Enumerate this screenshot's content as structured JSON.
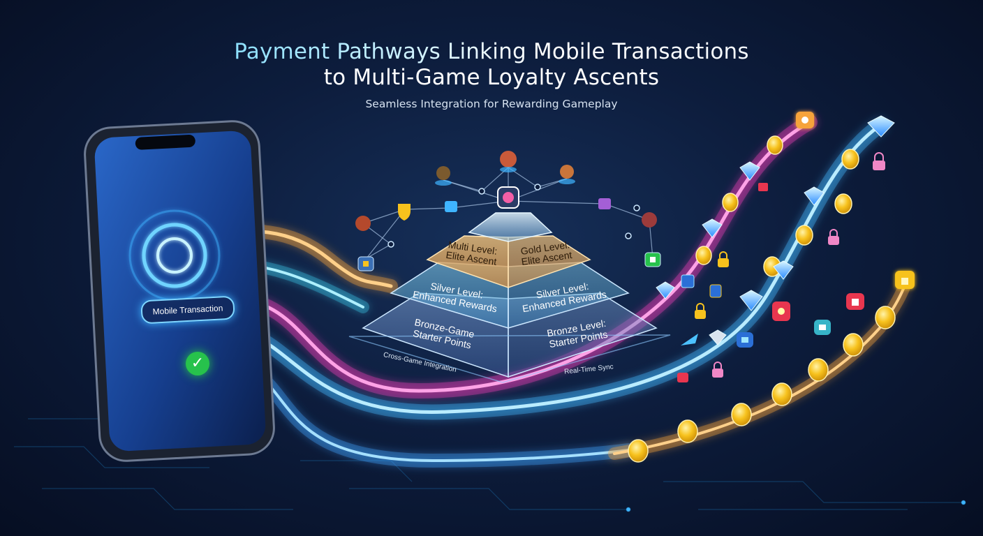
{
  "title_line1": "Payment Pathways Linking Mobile Transactions",
  "title_line2": "to Multi-Game Loyalty Ascents",
  "subtitle": "Seamless Integration for Rewarding Gameplay",
  "phone": {
    "transaction_label": "Mobile Transaction",
    "check_icon": "check-circle-icon"
  },
  "pyramid": {
    "top_left": [
      "Multi Level:",
      "Elite Ascent"
    ],
    "top_right": [
      "Gold Level:",
      "Elite Ascent"
    ],
    "mid_left": [
      "Silver Level:",
      "Enhanced Rewards"
    ],
    "mid_right": [
      "Silver Level:",
      "Enhanced Rewards"
    ],
    "base_left": [
      "Bronze-Game",
      "Starter Points"
    ],
    "base_right": [
      "Bronze Level:",
      "Starter Points"
    ]
  },
  "labels": {
    "cross_game": "Cross-Game Integration",
    "real_time": "Real-Time Sync"
  },
  "colors": {
    "orange_path": "#f6a33a",
    "cyan_path": "#3fd3f5",
    "magenta_path": "#ee3fb8",
    "blue_path": "#41b6ff",
    "gold": "#f7c21d",
    "green_check": "#27c24c"
  },
  "icons": [
    "gold-coin-icon",
    "diamond-icon",
    "lock-icon",
    "game-character-icon",
    "shield-icon"
  ]
}
